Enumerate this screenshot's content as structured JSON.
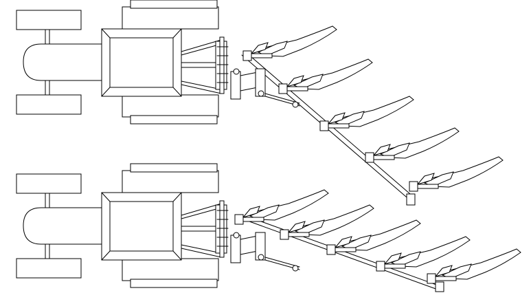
{
  "figure": {
    "description_visible_text": "",
    "line_color": "#000000",
    "background_color": "#ffffff"
  },
  "assemblies": [
    {
      "id": "upper",
      "name": "tractor-with-plough-working-position",
      "bottoms": 5
    },
    {
      "id": "lower",
      "name": "tractor-with-plough-adjusted-position",
      "bottoms": 5
    }
  ]
}
